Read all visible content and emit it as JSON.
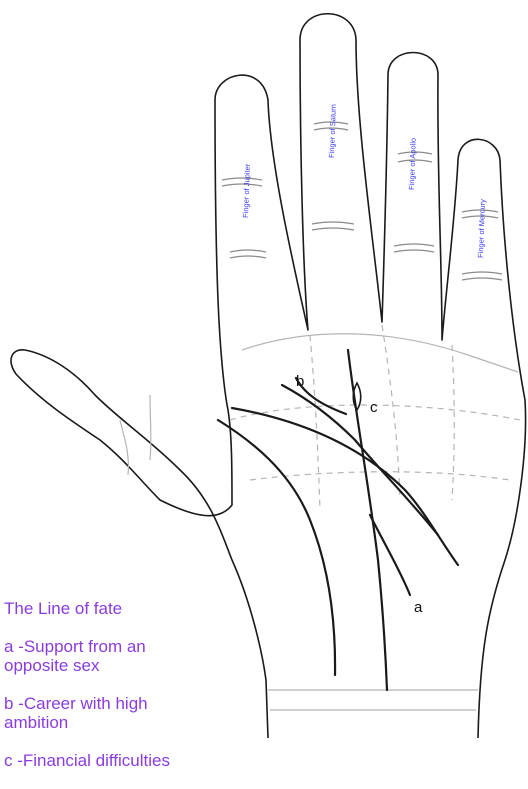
{
  "fingers": {
    "jupiter": "Finger of Jupiter",
    "saturn": "Finger of Saturn",
    "apollo": "Finger of Apollo",
    "mercury": "Finger of Mercury"
  },
  "marks": {
    "a": "a",
    "b": "b",
    "c": "c"
  },
  "legend": {
    "title": "The Line of fate",
    "item_a": "a -Support from an\nopposite sex",
    "item_b": "b -Career with high\nambition",
    "item_c": "c -Financial difficulties"
  }
}
